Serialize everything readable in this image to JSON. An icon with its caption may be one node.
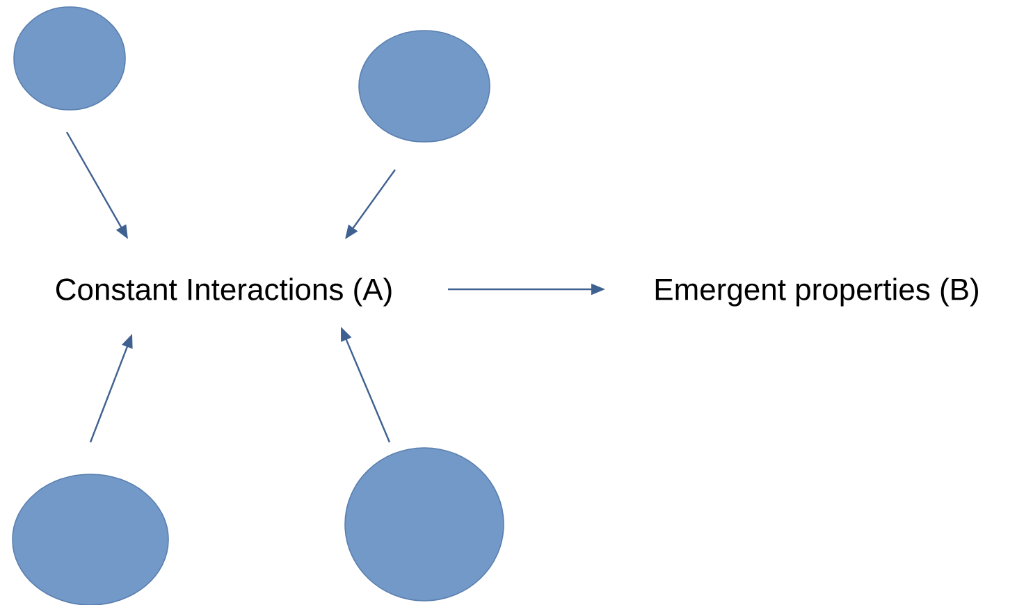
{
  "diagram": {
    "nodes": [
      {
        "text": [],
        "shape": "circle"
      },
      {
        "text": [],
        "shape": "circle"
      },
      {
        "text": [
          "Constant Interactions (A)"
        ]
      },
      {
        "text": [
          "Emergent properties (B)"
        ]
      },
      {
        "text": [],
        "shape": "circle"
      },
      {
        "text": [],
        "shape": "circle"
      }
    ],
    "edges": [
      {
        "from": 0,
        "to": 2,
        "arrow": "to"
      },
      {
        "from": 1,
        "to": 2,
        "arrow": "to"
      },
      {
        "from": 4,
        "to": 2,
        "arrow": "to"
      },
      {
        "from": 5,
        "to": 2,
        "arrow": "to"
      },
      {
        "from": 2,
        "to": 3,
        "arrow": "to"
      }
    ]
  }
}
